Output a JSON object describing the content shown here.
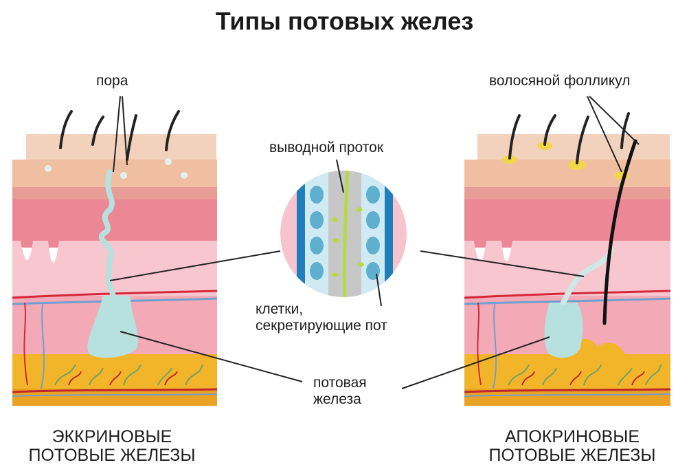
{
  "title": "Типы потовых желез",
  "labels": {
    "pore": "пора",
    "hair_follicle": "волосяной фолликул",
    "excretory_duct": "выводной проток",
    "sweat_secreting_cells": [
      "клетки,",
      "секретирующие пот"
    ],
    "sweat_gland": [
      "потовая",
      "железа"
    ]
  },
  "captions": {
    "eccrine": [
      "ЭККРИНОВЫЕ",
      "ПОТОВЫЕ ЖЕЛЕЗЫ"
    ],
    "apocrine": [
      "АПОКРИНОВЫЕ",
      "ПОТОВЫЕ ЖЕЛЕЗЫ"
    ]
  },
  "colors": {
    "epidermis_top": "#f3c9ad",
    "dermis_pink": "#ef8a9a",
    "light_pink": "#f7c3cd",
    "fat_yellow": "#f2b52a",
    "artery_red": "#d3283a",
    "vein_blue": "#6f9fd0",
    "gland_teal": "#a9dcdc",
    "follicle_yellow": "#f2d64a",
    "hair_dark": "#222222"
  }
}
